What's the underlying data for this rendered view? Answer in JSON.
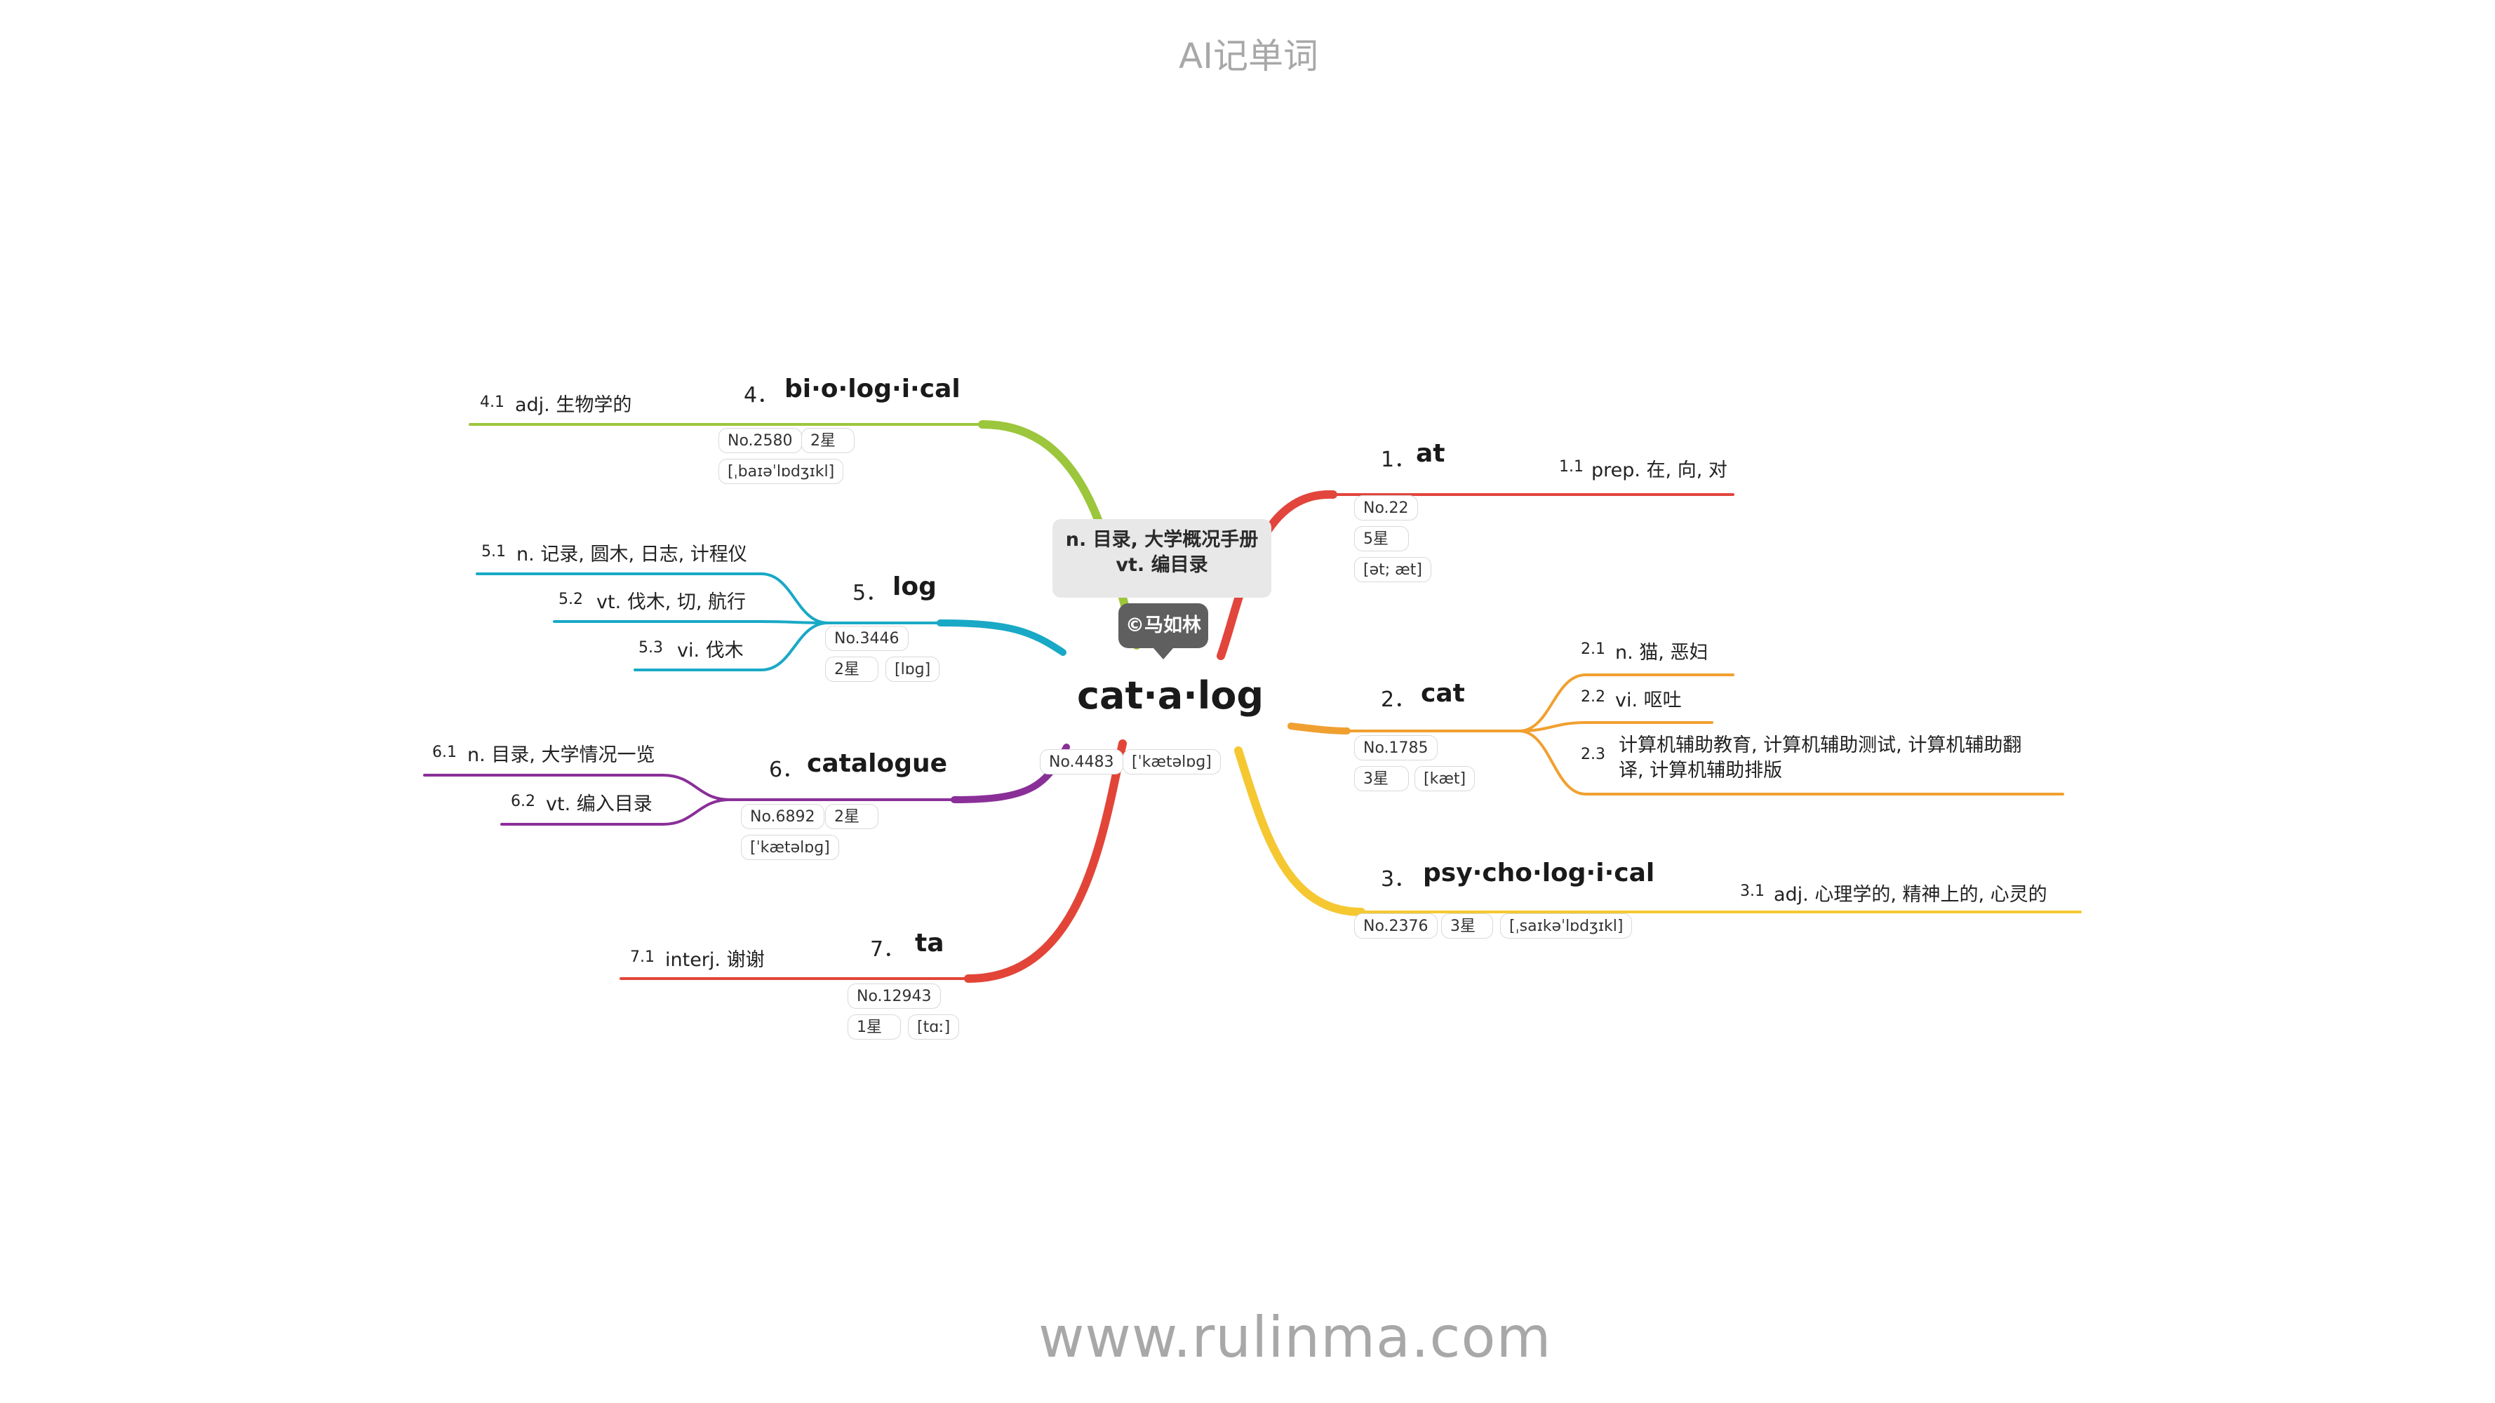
{
  "page_title": "AI记单词",
  "footer_url": "www.rulinma.com",
  "center": {
    "word": "cat·a·log",
    "definition_lines": [
      "n. 目录, 大学概况手册",
      "vt. 编目录"
    ],
    "author_tag": "©马如林",
    "rank": "No.4483",
    "phonetic": "[ˈkætəlɒɡ]"
  },
  "colors": {
    "red": "#e2453c",
    "orange": "#f0a030",
    "yellow": "#f5c832",
    "green": "#9cc63c",
    "cyan": "#19a9c6",
    "purple": "#8a2f98",
    "red_dark": "#e24538"
  },
  "branches": [
    {
      "num": "1．",
      "word": "at",
      "rank": "No.22",
      "stars": "5星",
      "phonetic": "[ət; æt]",
      "senses": [
        {
          "num": "1.1",
          "text": "prep. 在, 向, 对"
        }
      ]
    },
    {
      "num": "2．",
      "word": "cat",
      "rank": "No.1785",
      "stars": "3星",
      "phonetic": "[kæt]",
      "senses": [
        {
          "num": "2.1",
          "text": "n. 猫, 恶妇"
        },
        {
          "num": "2.2",
          "text": "vi. 呕吐"
        },
        {
          "num": "2.3",
          "text_lines": [
            "计算机辅助教育, 计算机辅助测试, 计算机辅助翻",
            "译, 计算机辅助排版"
          ]
        }
      ]
    },
    {
      "num": "3．",
      "word": "psy·cho·log·i·cal",
      "rank": "No.2376",
      "stars": "3星",
      "phonetic": "[ˌsaɪkəˈlɒdʒɪkl]",
      "senses": [
        {
          "num": "3.1",
          "text": "adj. 心理学的, 精神上的, 心灵的"
        }
      ]
    },
    {
      "num": "4．",
      "word": "bi·o·log·i·cal",
      "rank": "No.2580",
      "stars": "2星",
      "phonetic": "[ˌbaɪəˈlɒdʒɪkl]",
      "senses": [
        {
          "num": "4.1",
          "text": "adj. 生物学的"
        }
      ]
    },
    {
      "num": "5．",
      "word": "log",
      "rank": "No.3446",
      "stars": "2星",
      "phonetic": "[lɒɡ]",
      "senses": [
        {
          "num": "5.1",
          "text": "n. 记录, 圆木, 日志, 计程仪"
        },
        {
          "num": "5.2",
          "text": "vt. 伐木, 切, 航行"
        },
        {
          "num": "5.3",
          "text": "vi. 伐木"
        }
      ]
    },
    {
      "num": "6．",
      "word": "catalogue",
      "rank": "No.6892",
      "stars": "2星",
      "phonetic": "[ˈkætəlɒɡ]",
      "senses": [
        {
          "num": "6.1",
          "text": "n. 目录, 大学情况一览"
        },
        {
          "num": "6.2",
          "text": "vt. 编入目录"
        }
      ]
    },
    {
      "num": "7．",
      "word": "ta",
      "rank": "No.12943",
      "stars": "1星",
      "phonetic": "[tɑː]",
      "senses": [
        {
          "num": "7.1",
          "text": "interj. 谢谢"
        }
      ]
    }
  ]
}
